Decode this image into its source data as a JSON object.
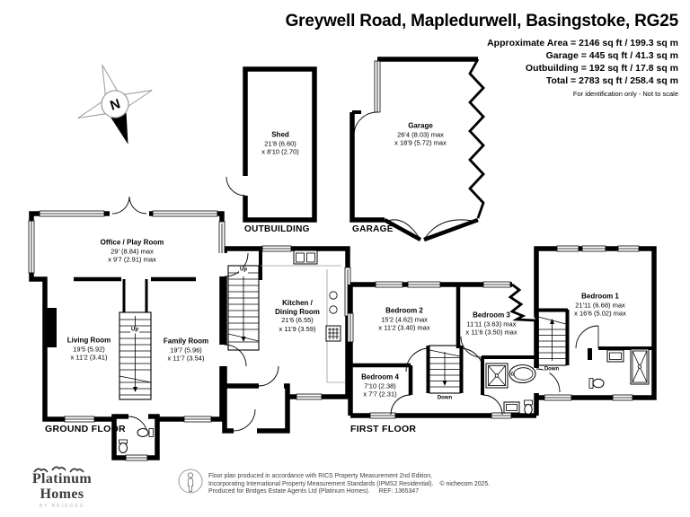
{
  "header": {
    "title": "Greywell Road, Mapledurwell, Basingstoke, RG25",
    "areas": [
      "Approximate Area = 2146 sq ft / 199.3 sq m",
      "Garage = 445 sq ft / 41.3 sq m",
      "Outbuilding = 192 sq ft / 17.8 sq m",
      "Total = 2783 sq ft / 258.4 sq m"
    ],
    "note": "For identification only - Not to scale"
  },
  "compass": {
    "north": "N"
  },
  "labels": {
    "ground_floor": "GROUND FLOOR",
    "first_floor": "FIRST FLOOR",
    "outbuilding": "OUTBUILDING",
    "garage": "GARAGE",
    "up": "Up",
    "down": "Down"
  },
  "rooms": {
    "office": {
      "name": "Office / Play Room",
      "dim1": "29' (8.84) max",
      "dim2": "x 9'7 (2.91) max"
    },
    "living": {
      "name": "Living Room",
      "dim1": "19'5 (5.92)",
      "dim2": "x 11'2 (3.41)"
    },
    "family": {
      "name": "Family Room",
      "dim1": "19'7 (5.96)",
      "dim2": "x 11'7 (3.54)"
    },
    "kitchen": {
      "name1": "Kitchen /",
      "name2": "Dining Room",
      "dim1": "21'6 (6.55)",
      "dim2": "x 11'9 (3.59)"
    },
    "shed": {
      "name": "Shed",
      "dim1": "21'8 (6.60)",
      "dim2": "x 8'10 (2.70)"
    },
    "garage": {
      "name": "Garage",
      "dim1": "26'4 (8.03) max",
      "dim2": "x 18'9 (5.72) max"
    },
    "bedroom1": {
      "name": "Bedroom 1",
      "dim1": "21'11 (6.68) max",
      "dim2": "x 16'6 (5.02) max"
    },
    "bedroom2": {
      "name": "Bedroom 2",
      "dim1": "15'2 (4.62) max",
      "dim2": "x 11'2 (3.40) max"
    },
    "bedroom3": {
      "name": "Bedroom 3",
      "dim1": "11'11 (3.63) max",
      "dim2": "x 11'6 (3.50) max"
    },
    "bedroom4": {
      "name": "Bedroom 4",
      "dim1": "7'10 (2.38)",
      "dim2": "x 7'7 (2.31)"
    }
  },
  "footer": {
    "logo_line1": "Platinum",
    "logo_line2": "Homes",
    "logo_sub": "BY BRIDGES",
    "disclaimer1": "Floor plan produced in accordance with RICS Property Measurement 2nd Edition,",
    "disclaimer2": "Incorporating International Property Measurement Standards (IPMS2 Residential).",
    "copyright": "© nichecom 2025.",
    "disclaimer3": "Produced for Bridges Estate Agents Ltd (Platinum Homes).",
    "ref": "REF: 1365347"
  },
  "colors": {
    "wall": "#000000",
    "text": "#000000",
    "muted": "#555555"
  }
}
